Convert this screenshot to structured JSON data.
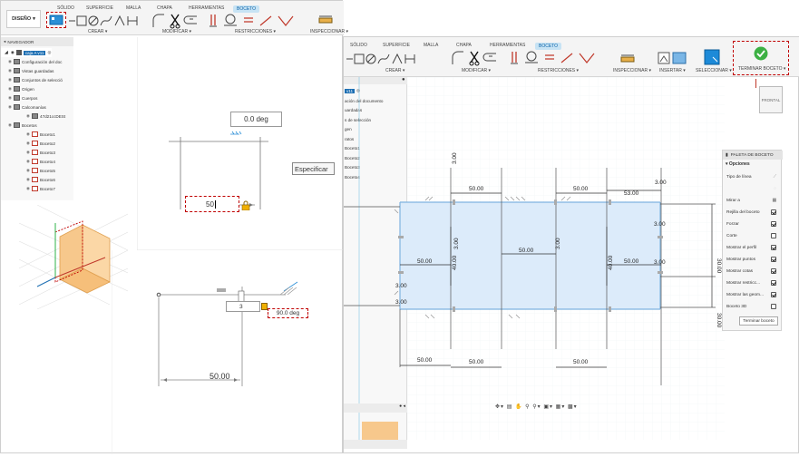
{
  "left_ui": {
    "workspace": "DISEÑO",
    "tabs": [
      "SÓLIDO",
      "SUPERFICIE",
      "MALLA",
      "CHAPA",
      "HERRAMIENTAS",
      "BOCETO"
    ],
    "groups": [
      "CREAR",
      "MODIFICAR",
      "RESTRICCIONES",
      "INSPECCIONAR"
    ],
    "navigator": {
      "title": "NAVEGADOR",
      "doc": "caja A v11",
      "items": [
        "Configuración del doc",
        "Vistas guardadas",
        "Conjuntos de selecció",
        "Origen",
        "Cuerpos",
        "Calcomanías",
        "47d21ccDESt",
        "Bocetos",
        "Boceto1",
        "Boceto2",
        "Boceto3",
        "Boceto4",
        "Boceto5",
        "Boceto6",
        "Boceto7"
      ]
    },
    "angle_box": "0.0 deg",
    "length_input": "50",
    "specify_tooltip": "Especificar",
    "small_input": "3",
    "angle_label": "90.0 deg",
    "bottom_dim": "50.00"
  },
  "right_ui": {
    "tabs": [
      "SÓLIDO",
      "SUPERFICIE",
      "MALLA",
      "CHAPA",
      "HERRAMIENTAS",
      "BOCETO"
    ],
    "groups": [
      "CREAR",
      "MODIFICAR",
      "RESTRICCIONES",
      "INSPECCIONAR",
      "INSERTAR",
      "SELECCIONAR",
      "TERMINAR BOCETO"
    ],
    "viewcube_label": "FRONTAL",
    "browser_partial": {
      "doc": "v11",
      "items": [
        "ación del documento",
        "uardadas",
        "s de selección",
        "gen",
        "ratos",
        "Boceto1",
        "Boceto2",
        "Boceto3",
        "Boceto4"
      ]
    },
    "palette": {
      "title": "PALETA DE BOCETO",
      "section": "Opciones",
      "options": [
        {
          "label": "Tipo de línea",
          "state": "line"
        },
        {
          "label": "",
          "state": "none"
        },
        {
          "label": "Mirar a",
          "state": "view"
        },
        {
          "label": "Rejilla del boceto",
          "state": "on"
        },
        {
          "label": "Forzar",
          "state": "on"
        },
        {
          "label": "Corte",
          "state": "off"
        },
        {
          "label": "Mostrar el perfil",
          "state": "on"
        },
        {
          "label": "Mostrar puntos",
          "state": "on"
        },
        {
          "label": "Mostrar cotas",
          "state": "on"
        },
        {
          "label": "Mostrar restricc...",
          "state": "on"
        },
        {
          "label": "Mostrar las geom...",
          "state": "on"
        },
        {
          "label": "Boceto 3D",
          "state": "off"
        }
      ],
      "finish_button": "Terminar boceto"
    },
    "dims": {
      "top_left": "50.00",
      "top_mid": "50.00",
      "top_right": "53.00",
      "mid_center": "50.00",
      "mid_left": "50.00",
      "mid_right": "50.00",
      "vert_left": "40.00",
      "vert_right": "40.00",
      "right_top": "30.00",
      "right_bot": "30.00",
      "small_a": "3.00",
      "small_b": "3.00",
      "small_c": "3.00",
      "small_d": "3.00",
      "small_e": "3.00",
      "small_f": "3.00",
      "bot_left": "50.00",
      "bot_mid": "50.00",
      "bot_right": "50.00",
      "tick_left": "3.00",
      "tick_mid": "3.00"
    }
  },
  "colors": {
    "accent": "#0696d7",
    "finish_green": "#3cb043",
    "highlight_red": "#c00000",
    "sketch_fill": "#dcebfa",
    "profile_orange": "#f7c88c"
  }
}
